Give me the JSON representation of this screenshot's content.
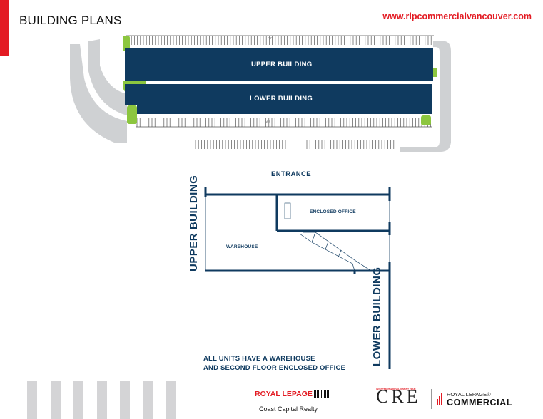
{
  "header": {
    "title": "BUILDING PLANS",
    "url": "www.rlpcommercialvancouver.com"
  },
  "site_plan": {
    "upper_building": "UPPER BUILDING",
    "lower_building": "LOWER BUILDING",
    "entrance": "ENTRANCE",
    "row_labels": [
      "P",
      "A"
    ]
  },
  "floor_plan": {
    "upper_building": "UPPER BUILDING",
    "lower_building": "LOWER BUILDING",
    "enclosed_office": "ENCLOSED OFFICE",
    "warehouse": "WAREHOUSE",
    "note_line1": "ALL UNITS HAVE A WAREHOUSE",
    "note_line2": "AND SECOND FLOOR ENCLOSED OFFICE"
  },
  "footer": {
    "royal_lepage": "ROYAL LEPAGE",
    "royal_lepage_sub": "Coast Capital Realty",
    "cre_team": "INVESTMENT & DEVELOPMENT TEAM",
    "cre_logo": "CRE",
    "commercial_top": "ROYAL LEPAGE®",
    "commercial_bottom": "COMMERCIAL"
  },
  "colors": {
    "navy": "#0f3a5f",
    "brand_red": "#e31b23",
    "green": "#8cc63f",
    "road_gray": "#cfd1d3"
  }
}
